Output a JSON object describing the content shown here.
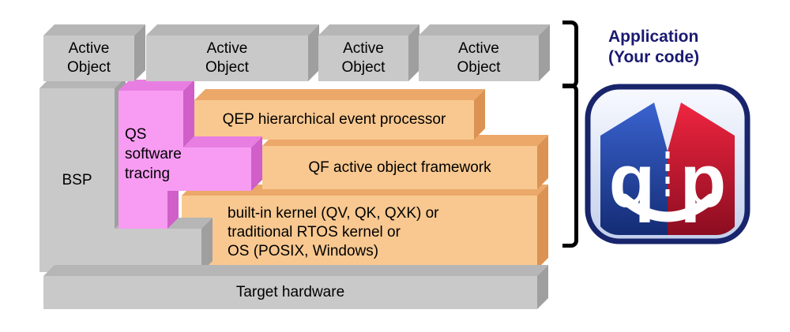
{
  "layers": {
    "active_objects": [
      {
        "label": "Active\nObject"
      },
      {
        "label": "Active\nObject"
      },
      {
        "label": "Active\nObject"
      },
      {
        "label": "Active\nObject"
      }
    ],
    "bsp": {
      "label": "BSP"
    },
    "qs": {
      "label": "QS\nsoftware\ntracing"
    },
    "qep": {
      "label": "QEP hierarchical event processor"
    },
    "qf": {
      "label": "QF active object framework"
    },
    "kernel": {
      "label": "built-in kernel (QV, QK, QXK) or\ntraditional RTOS kernel or\nOS (POSIX, Windows)"
    },
    "hardware": {
      "label": "Target hardware"
    }
  },
  "annotations": {
    "application": {
      "label": "Application\n(Your code)"
    }
  },
  "logo": {
    "left_letter": "q",
    "right_letter": "p"
  },
  "colors": {
    "gray_face": "#c9c9c9",
    "gray_shadow": "#9f9f9f",
    "orange_face": "#f8c890",
    "orange_shadow": "#dc9252",
    "pink_face": "#f79cf2",
    "pink_shadow": "#d05fc9",
    "bracket": "#000000",
    "application_text": "#1a1a70",
    "logo_blue": "#1f3d9c",
    "logo_red": "#d51230"
  }
}
